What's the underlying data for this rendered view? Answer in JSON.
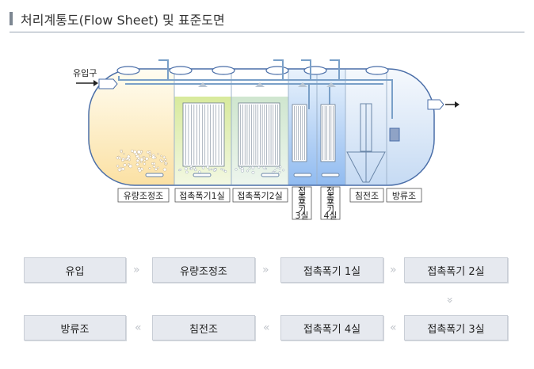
{
  "title": "처리계통도(Flow Sheet) 및 표준도면",
  "diagram": {
    "inlet_label": "유입구",
    "compartments": [
      {
        "label": "유량조정조"
      },
      {
        "label": "접촉폭기1실"
      },
      {
        "label": "접촉폭기2실"
      },
      {
        "label_lines": [
          "접",
          "촉",
          "폭",
          "기",
          "3실"
        ]
      },
      {
        "label_lines": [
          "접",
          "촉",
          "폭",
          "기",
          "4실"
        ]
      },
      {
        "label": "침전조"
      },
      {
        "label": "방류조"
      }
    ]
  },
  "flow": {
    "row1": [
      "유입",
      "유량조정조",
      "접촉폭기 1실",
      "접촉폭기 2실"
    ],
    "row2": [
      "방류조",
      "침전조",
      "접촉폭기 4실",
      "접촉폭기 3실"
    ]
  },
  "colors": {
    "tank_outline": "#4a6ea8",
    "pipe": "#7aa0c8",
    "zone_equalization": "#fbe8b4",
    "zone_aeration_1": "#e3f0b8",
    "zone_aeration_2": "#d8ecd8",
    "zone_aeration_34": "#bcd6f4",
    "zone_settling": "#dce8f6",
    "box_fill": "#e6e9ef"
  }
}
